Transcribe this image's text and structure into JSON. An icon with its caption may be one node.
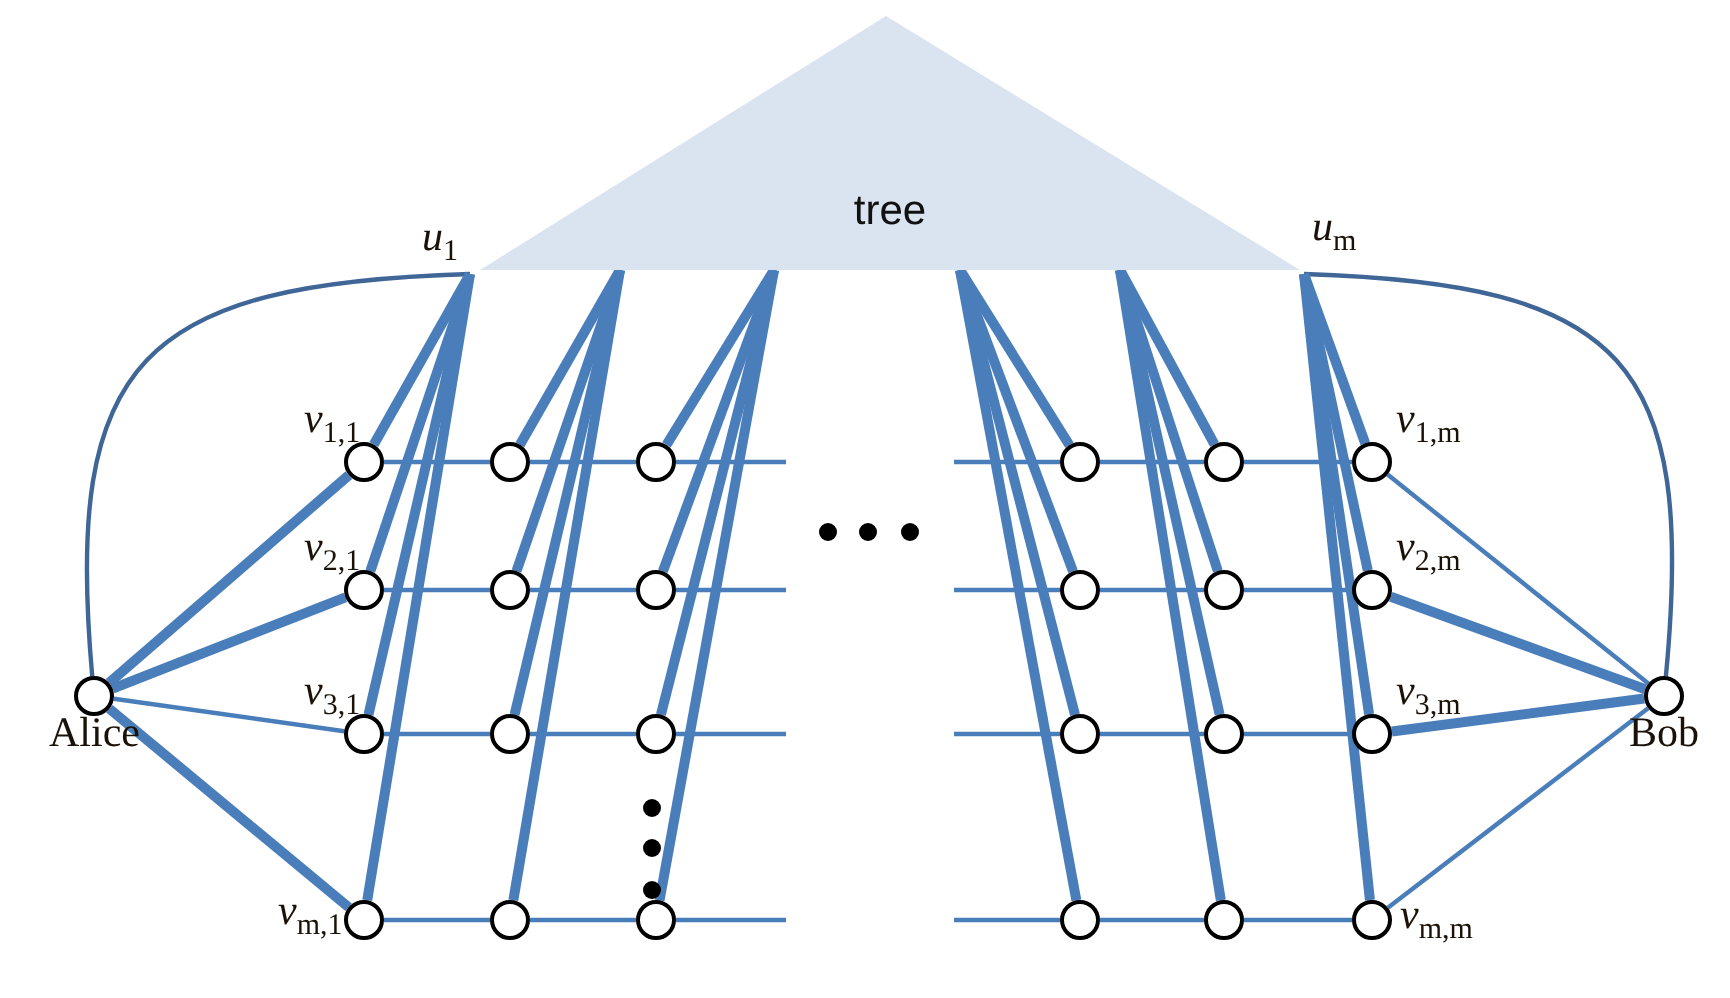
{
  "diagram": {
    "nodes": [
      {
        "text": [
          "tree"
        ]
      },
      {
        "text": [
          "*u*$_{1}$"
        ]
      },
      {
        "text": [
          "*u*$_{m}$"
        ]
      },
      {
        "text": [
          "Alice"
        ]
      },
      {
        "text": [
          "Bob"
        ]
      },
      {
        "text": [
          "*v*$_{1,1}$"
        ]
      },
      {
        "text": [],
        "shape": "circle"
      },
      {
        "text": [],
        "shape": "circle"
      },
      {
        "text": [],
        "shape": "circle"
      },
      {
        "text": [],
        "shape": "circle"
      },
      {
        "text": [
          "*v*$_{1,m}$"
        ]
      },
      {
        "text": [
          "*v*$_{2,1}$"
        ]
      },
      {
        "text": [],
        "shape": "circle"
      },
      {
        "text": [],
        "shape": "circle"
      },
      {
        "text": [],
        "shape": "circle"
      },
      {
        "text": [],
        "shape": "circle"
      },
      {
        "text": [
          "*v*$_{2,m}$"
        ]
      },
      {
        "text": [
          "*v*$_{3,1}$"
        ]
      },
      {
        "text": [],
        "shape": "circle"
      },
      {
        "text": [],
        "shape": "circle"
      },
      {
        "text": [],
        "shape": "circle"
      },
      {
        "text": [],
        "shape": "circle"
      },
      {
        "text": [
          "*v*$_{3,m}$"
        ]
      },
      {
        "text": [
          "*v*$_{m,1}$"
        ]
      },
      {
        "text": [],
        "shape": "circle"
      },
      {
        "text": [],
        "shape": "circle"
      },
      {
        "text": [],
        "shape": "circle"
      },
      {
        "text": [],
        "shape": "circle"
      },
      {
        "text": [
          "*v*$_{m,m}$"
        ]
      }
    ],
    "edges": [
      {
        "from": 3,
        "to": 1,
        "arrow": "none",
        "color": "#3f6696"
      },
      {
        "from": 4,
        "to": 2,
        "arrow": "none",
        "color": "#3f6696"
      },
      {
        "from": 3,
        "to": 5,
        "arrow": "none",
        "style": "thick"
      },
      {
        "from": 3,
        "to": 11,
        "arrow": "none",
        "style": "thick"
      },
      {
        "from": 3,
        "to": 17,
        "arrow": "none"
      },
      {
        "from": 3,
        "to": 23,
        "arrow": "none",
        "style": "thick"
      },
      {
        "from": 4,
        "to": 10,
        "arrow": "none"
      },
      {
        "from": 4,
        "to": 16,
        "arrow": "none",
        "style": "thick"
      },
      {
        "from": 4,
        "to": 22,
        "arrow": "none",
        "style": "thick"
      },
      {
        "from": 4,
        "to": 28,
        "arrow": "none"
      },
      {
        "from": 1,
        "to": 5,
        "arrow": "none",
        "style": "thick"
      },
      {
        "from": 1,
        "to": 11,
        "arrow": "none",
        "style": "thick"
      },
      {
        "from": 1,
        "to": 17,
        "arrow": "none",
        "style": "thick"
      },
      {
        "from": 1,
        "to": 23,
        "arrow": "none",
        "style": "thick"
      },
      {
        "from": 0,
        "to": 6,
        "arrow": "none",
        "style": "thick"
      },
      {
        "from": 0,
        "to": 12,
        "arrow": "none",
        "style": "thick"
      },
      {
        "from": 0,
        "to": 18,
        "arrow": "none",
        "style": "thick"
      },
      {
        "from": 0,
        "to": 24,
        "arrow": "none",
        "style": "thick"
      },
      {
        "from": 0,
        "to": 7,
        "arrow": "none",
        "style": "thick"
      },
      {
        "from": 0,
        "to": 13,
        "arrow": "none",
        "style": "thick"
      },
      {
        "from": 0,
        "to": 19,
        "arrow": "none",
        "style": "thick"
      },
      {
        "from": 0,
        "to": 25,
        "arrow": "none",
        "style": "thick"
      },
      {
        "from": 0,
        "to": 8,
        "arrow": "none",
        "style": "thick"
      },
      {
        "from": 0,
        "to": 14,
        "arrow": "none",
        "style": "thick"
      },
      {
        "from": 0,
        "to": 20,
        "arrow": "none",
        "style": "thick"
      },
      {
        "from": 0,
        "to": 26,
        "arrow": "none",
        "style": "thick"
      },
      {
        "from": 0,
        "to": 9,
        "arrow": "none",
        "style": "thick"
      },
      {
        "from": 0,
        "to": 15,
        "arrow": "none",
        "style": "thick"
      },
      {
        "from": 0,
        "to": 21,
        "arrow": "none",
        "style": "thick"
      },
      {
        "from": 0,
        "to": 27,
        "arrow": "none",
        "style": "thick"
      },
      {
        "from": 2,
        "to": 10,
        "arrow": "none",
        "style": "thick"
      },
      {
        "from": 2,
        "to": 16,
        "arrow": "none",
        "style": "thick"
      },
      {
        "from": 2,
        "to": 22,
        "arrow": "none",
        "style": "thick"
      },
      {
        "from": 2,
        "to": 28,
        "arrow": "none",
        "style": "thick"
      },
      {
        "from": 5,
        "to": 6,
        "arrow": "none"
      },
      {
        "from": 6,
        "to": 7,
        "arrow": "none"
      },
      {
        "from": 7,
        "to": null,
        "arrow": "none"
      },
      {
        "from": null,
        "to": 8,
        "arrow": "none"
      },
      {
        "from": 8,
        "to": 9,
        "arrow": "none"
      },
      {
        "from": 9,
        "to": 10,
        "arrow": "none"
      },
      {
        "from": 11,
        "to": 12,
        "arrow": "none"
      },
      {
        "from": 12,
        "to": 13,
        "arrow": "none"
      },
      {
        "from": 13,
        "to": null,
        "arrow": "none"
      },
      {
        "from": null,
        "to": 14,
        "arrow": "none"
      },
      {
        "from": 14,
        "to": 15,
        "arrow": "none"
      },
      {
        "from": 15,
        "to": 16,
        "arrow": "none"
      },
      {
        "from": 17,
        "to": 18,
        "arrow": "none"
      },
      {
        "from": 18,
        "to": 19,
        "arrow": "none"
      },
      {
        "from": 19,
        "to": null,
        "arrow": "none"
      },
      {
        "from": null,
        "to": 20,
        "arrow": "none"
      },
      {
        "from": 20,
        "to": 21,
        "arrow": "none"
      },
      {
        "from": 21,
        "to": 22,
        "arrow": "none"
      },
      {
        "from": 23,
        "to": 24,
        "arrow": "none"
      },
      {
        "from": 24,
        "to": 25,
        "arrow": "none"
      },
      {
        "from": 25,
        "to": null,
        "arrow": "none"
      },
      {
        "from": null,
        "to": 26,
        "arrow": "none"
      },
      {
        "from": 26,
        "to": 27,
        "arrow": "none"
      },
      {
        "from": 27,
        "to": 28,
        "arrow": "none"
      }
    ]
  }
}
